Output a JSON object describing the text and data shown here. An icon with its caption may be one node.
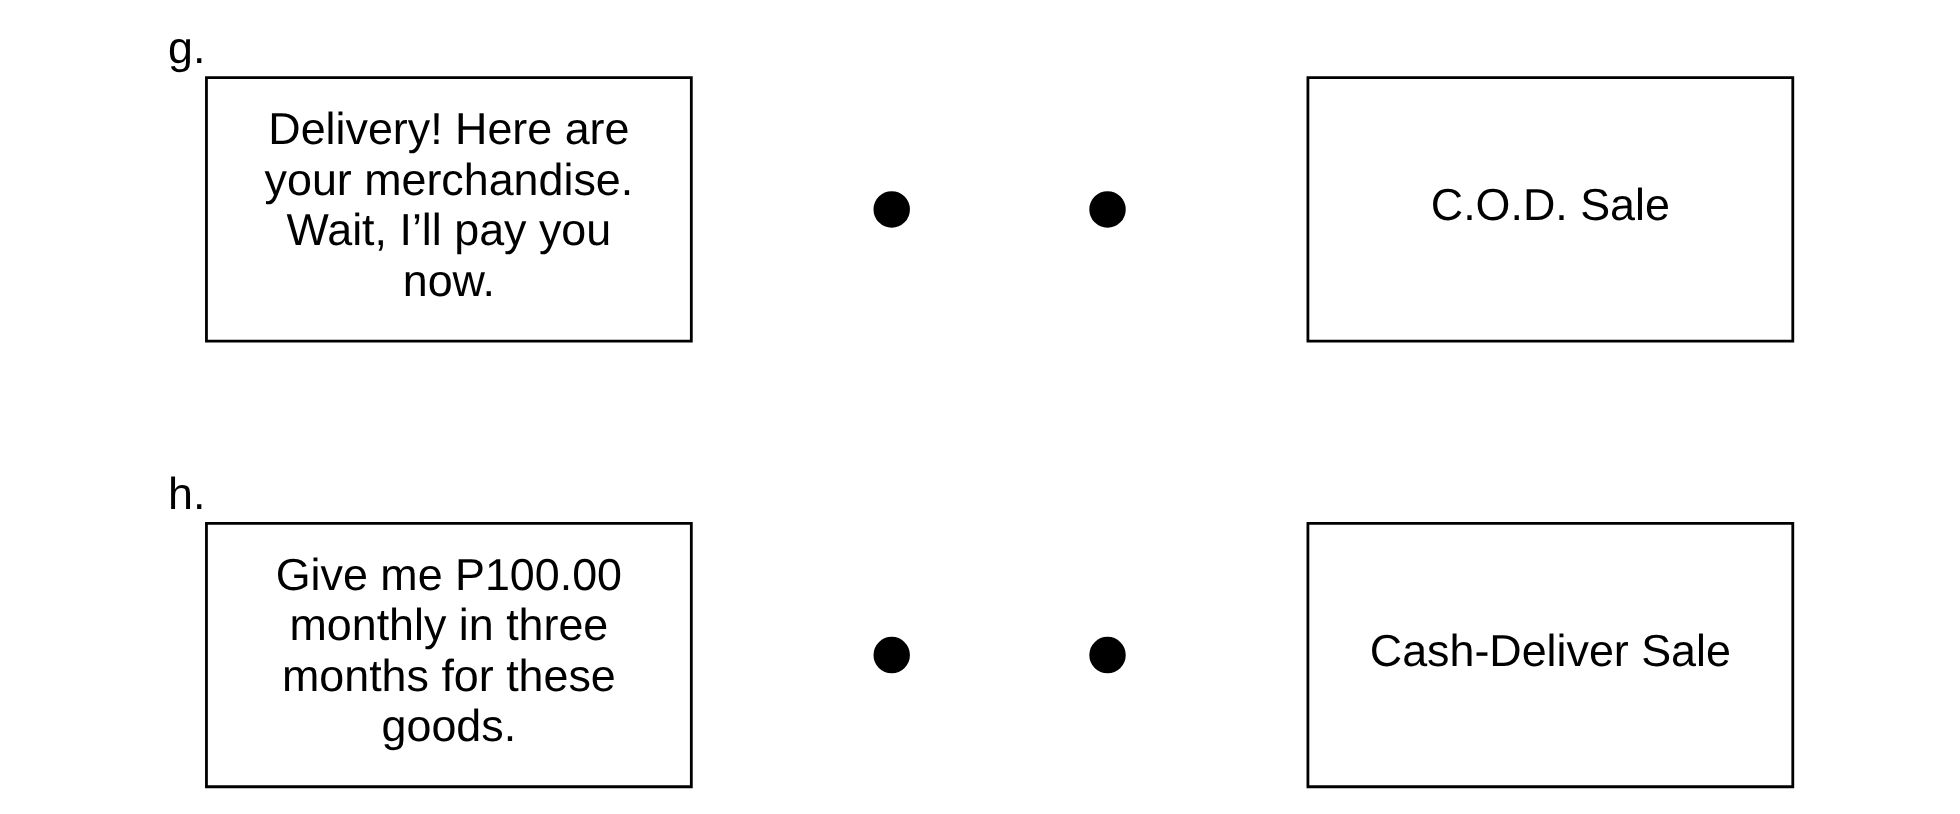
{
  "diagram": {
    "nodes": [
      {
        "text": [
          "Delivery! Here are your merchandise. Wait, I’ll pay you now."
        ],
        "beside": [
          "g."
        ]
      },
      {
        "text": [],
        "shape": "circle"
      },
      {
        "text": [],
        "shape": "circle"
      },
      {
        "text": [
          "C.O.D. Sale"
        ]
      },
      {
        "text": [
          "Give me P100.00 monthly in three months for these goods."
        ],
        "beside": [
          "h."
        ]
      },
      {
        "text": [],
        "shape": "circle"
      },
      {
        "text": [],
        "shape": "circle"
      },
      {
        "text": [
          "Cash-Deliver Sale"
        ]
      }
    ]
  }
}
